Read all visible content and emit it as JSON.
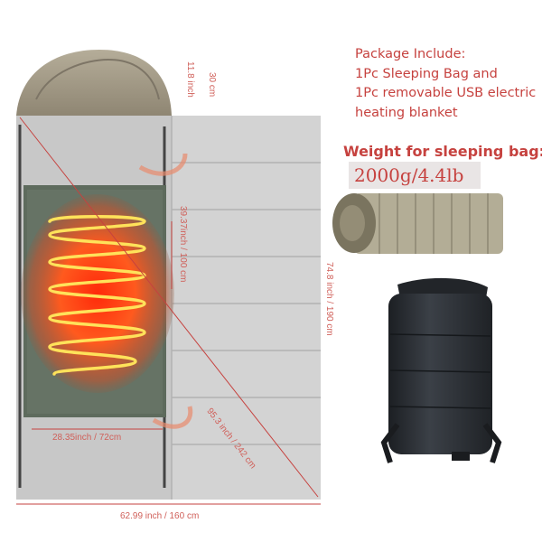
{
  "package": {
    "title": "Package Include:",
    "line1": "1Pc Sleeping Bag  and",
    "line2": "1Pc removable USB electric",
    "line3": "heating blanket"
  },
  "weight": {
    "label": "Weight for sleeping bag:",
    "value": "2000g/4.4lb"
  },
  "dimensions": {
    "hood": "30 cm",
    "hood_inch": "11.8 inch",
    "blanket_height": "39.37inch / 100 cm",
    "bag_height": "74.8 inch / 190 cm",
    "diagonal": "95.3 inch / 242 cm",
    "blanket_width": "28.35inch / 72cm",
    "bag_width": "62.99 inch / 160 cm"
  },
  "colors": {
    "accent_text": "#c6423f",
    "bag": "#c9c9c9",
    "hood": "#a39a86",
    "blanket": "#5d6a5c",
    "heating_wire": "#ffe25a",
    "heat_glow": "#ff3a12",
    "stuff_sack": "#2b2f34"
  },
  "icons": [
    "sleeping-bag-illustration",
    "heating-blanket-illustration",
    "rolled-bag-illustration",
    "stuff-sack-illustration"
  ]
}
